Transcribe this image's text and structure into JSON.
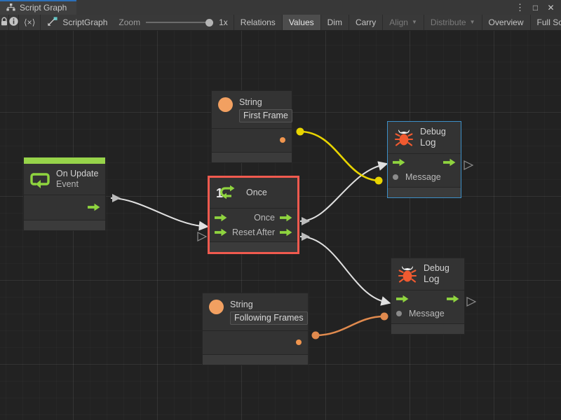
{
  "window": {
    "tab_label": "Script Graph",
    "tab_icon": "graph-icon",
    "buttons": {
      "menu": "⋮",
      "maximize": "□",
      "close": "✕"
    }
  },
  "toolbar": {
    "lock_icon": "lock-icon",
    "info_icon": "info-icon",
    "code_icon": "breadcrumb-icon",
    "code_label": "⟨×⟩",
    "graph_icon": "script-graph-icon",
    "graph_name": "ScriptGraph",
    "zoom_label": "Zoom",
    "zoom_value": "1x",
    "items": [
      {
        "label": "Relations",
        "active": false,
        "dim": false,
        "caret": false
      },
      {
        "label": "Values",
        "active": true,
        "dim": false,
        "caret": false
      },
      {
        "label": "Dim",
        "active": false,
        "dim": false,
        "caret": false
      },
      {
        "label": "Carry",
        "active": false,
        "dim": false,
        "caret": false
      },
      {
        "label": "Align",
        "active": false,
        "dim": true,
        "caret": true
      },
      {
        "label": "Distribute",
        "active": false,
        "dim": true,
        "caret": true
      },
      {
        "label": "Overview",
        "active": false,
        "dim": false,
        "caret": false
      },
      {
        "label": "Full Screen",
        "active": false,
        "dim": false,
        "caret": false
      }
    ]
  },
  "colors": {
    "accent_green": "#97d44a",
    "flow_green": "#8fd43f",
    "selection_red": "#f05a4f",
    "selection_blue": "#3d8fc7",
    "string_orange": "#f2a061",
    "wire_yellow": "#e8d400",
    "wire_orange": "#e08a4e",
    "wire_white": "#e0e0e0",
    "canvas_bg": "#222222",
    "node_bg": "#333333"
  },
  "nodes": {
    "on_update": {
      "icon": "event-loop-icon",
      "title": "On Update",
      "subtitle": "Event",
      "out_flow": "flow-out-port"
    },
    "string_first": {
      "icon": "string-value-icon",
      "title": "String",
      "value": "First Frame",
      "out_port": "value-out-port"
    },
    "string_following": {
      "icon": "string-value-icon",
      "title": "String",
      "value": "Following Frames",
      "out_port": "value-out-port"
    },
    "once": {
      "icon": "once-icon",
      "icon_number": "1",
      "title": "Once",
      "selected": true,
      "ports": {
        "in_enter": "",
        "in_reset": "Reset",
        "out_once": "Once",
        "out_after": "After"
      }
    },
    "debug_log_1": {
      "icon": "bug-icon",
      "title": "Debug",
      "subtitle": "Log",
      "selected": true,
      "message_label": "Message"
    },
    "debug_log_2": {
      "icon": "bug-icon",
      "title": "Debug",
      "subtitle": "Log",
      "selected": false,
      "message_label": "Message"
    }
  },
  "connections": [
    {
      "name": "on-update-to-once",
      "type": "flow",
      "color": "#e0e0e0"
    },
    {
      "name": "once-out-to-debug-log-1",
      "type": "flow",
      "color": "#e0e0e0"
    },
    {
      "name": "after-out-to-debug-log-2",
      "type": "flow",
      "color": "#e0e0e0"
    },
    {
      "name": "string-first-to-message-1",
      "type": "value",
      "color": "#e8d400"
    },
    {
      "name": "string-following-to-message-2",
      "type": "value",
      "color": "#e08a4e"
    }
  ]
}
